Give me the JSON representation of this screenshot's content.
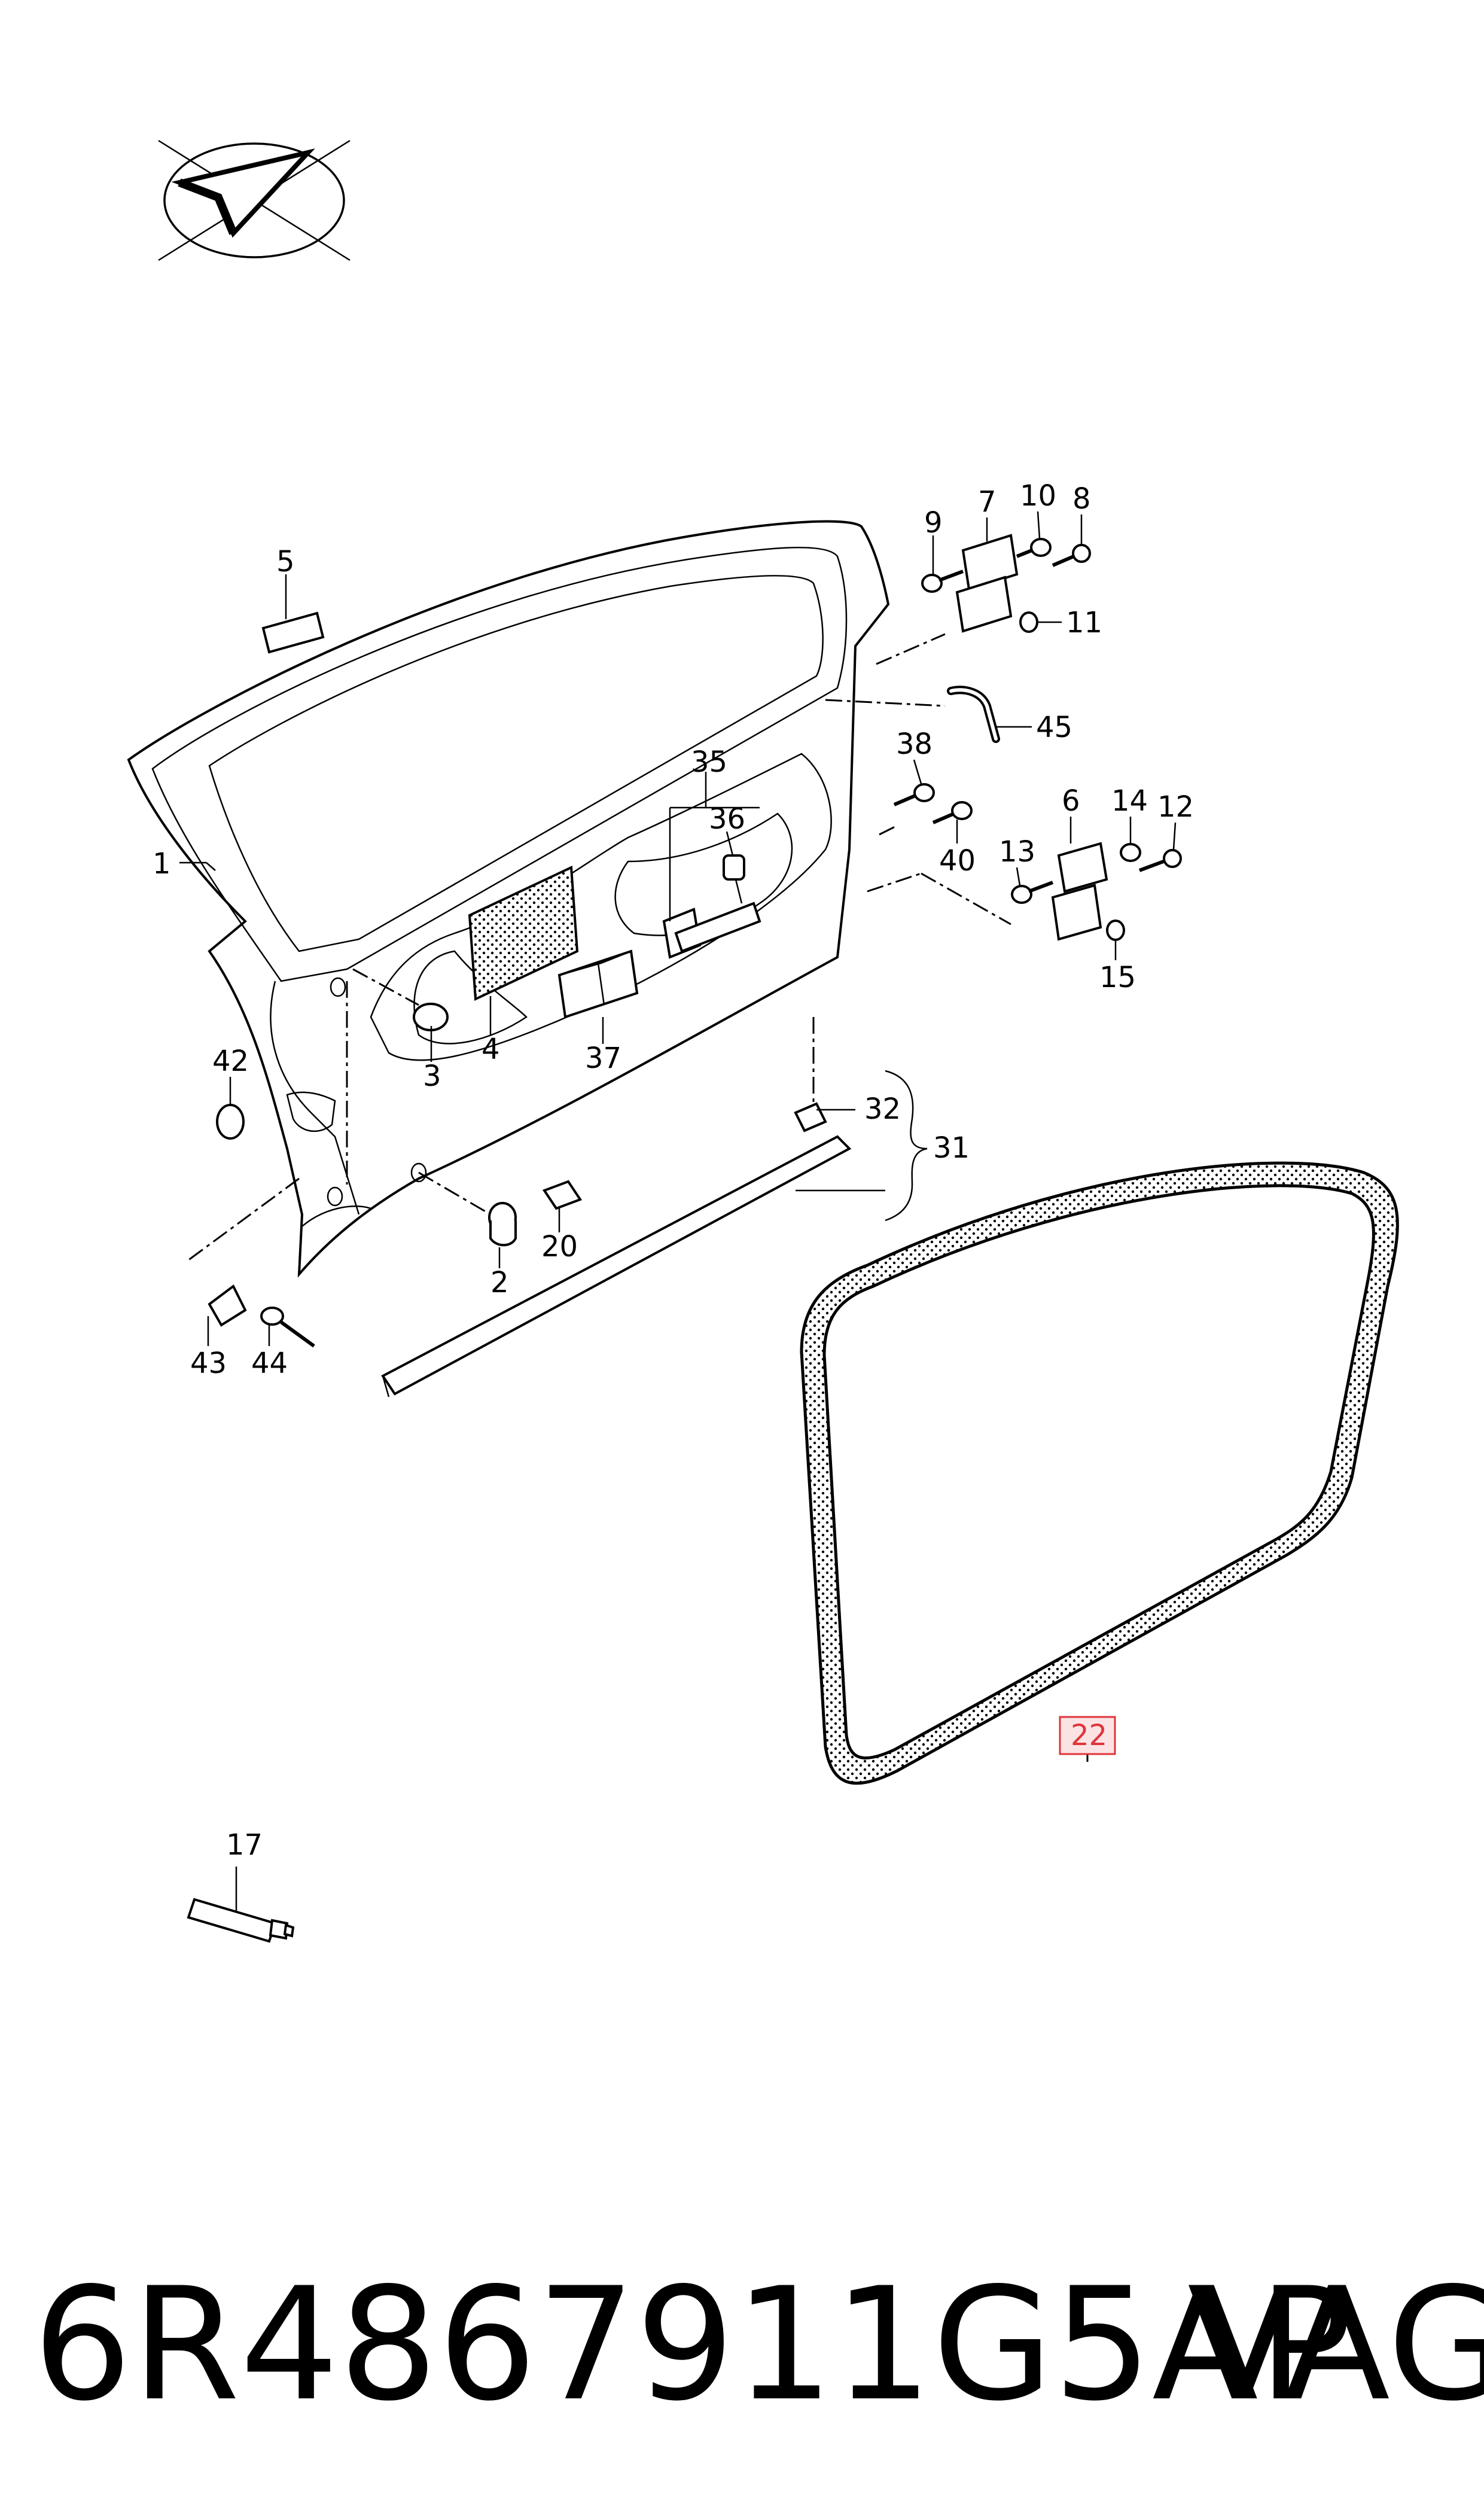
{
  "diagram": {
    "callouts": {
      "c1": "1",
      "c2": "2",
      "c3": "3",
      "c4": "4",
      "c5": "5",
      "c6": "6",
      "c7": "7",
      "c8": "8",
      "c9": "9",
      "c10": "10",
      "c11": "11",
      "c12": "12",
      "c13": "13",
      "c14": "14",
      "c15": "15",
      "c17": "17",
      "c20": "20",
      "c22": "22",
      "c31": "31",
      "c32": "32",
      "c35": "35",
      "c36": "36",
      "c37": "37",
      "c38": "38",
      "c40": "40",
      "c42": "42",
      "c43": "43",
      "c44": "44",
      "c45": "45"
    },
    "highlight_color": "#e0343a"
  },
  "footer": {
    "part_number": "6R4867911G5AP",
    "brand": "VAG"
  }
}
